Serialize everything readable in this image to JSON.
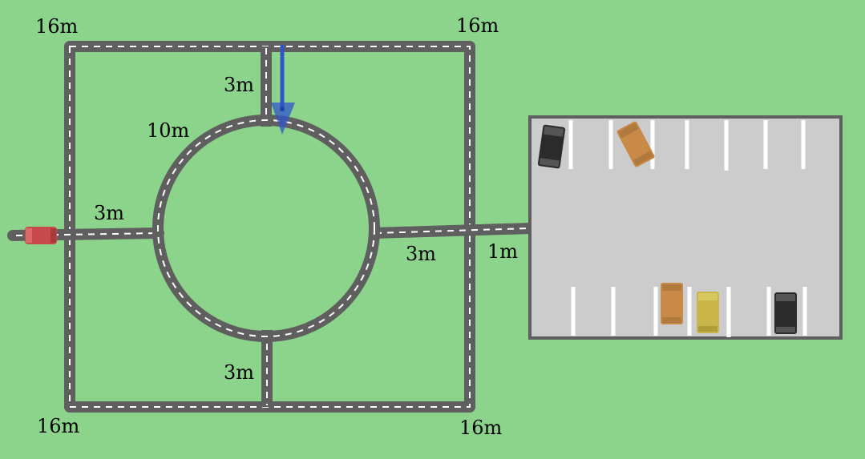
{
  "colors": {
    "grass": "#8cd38c",
    "road": "#5f5f5f",
    "dash": "#ffffff",
    "parking_lot": "#cccccc",
    "arrow": "#2f55c8",
    "car_red": "#c94a4a",
    "car_black": "#2b2b2b",
    "car_orange": "#c98a47",
    "car_yellow": "#c9b54a"
  },
  "labels": {
    "top_left": "16m",
    "top_right": "16m",
    "bottom_left": "16m",
    "bottom_right": "16m",
    "top_spoke": "3m",
    "circle": "10m",
    "left_spoke": "3m",
    "right_spoke": "3m",
    "lot_road": "1m",
    "bottom_spoke": "3m"
  },
  "icons": {
    "arrow": "direction-arrow-down",
    "start_car": "red-car-icon"
  },
  "parking_lot": {
    "cars": [
      "black",
      "orange",
      "orange",
      "yellow",
      "black"
    ]
  }
}
